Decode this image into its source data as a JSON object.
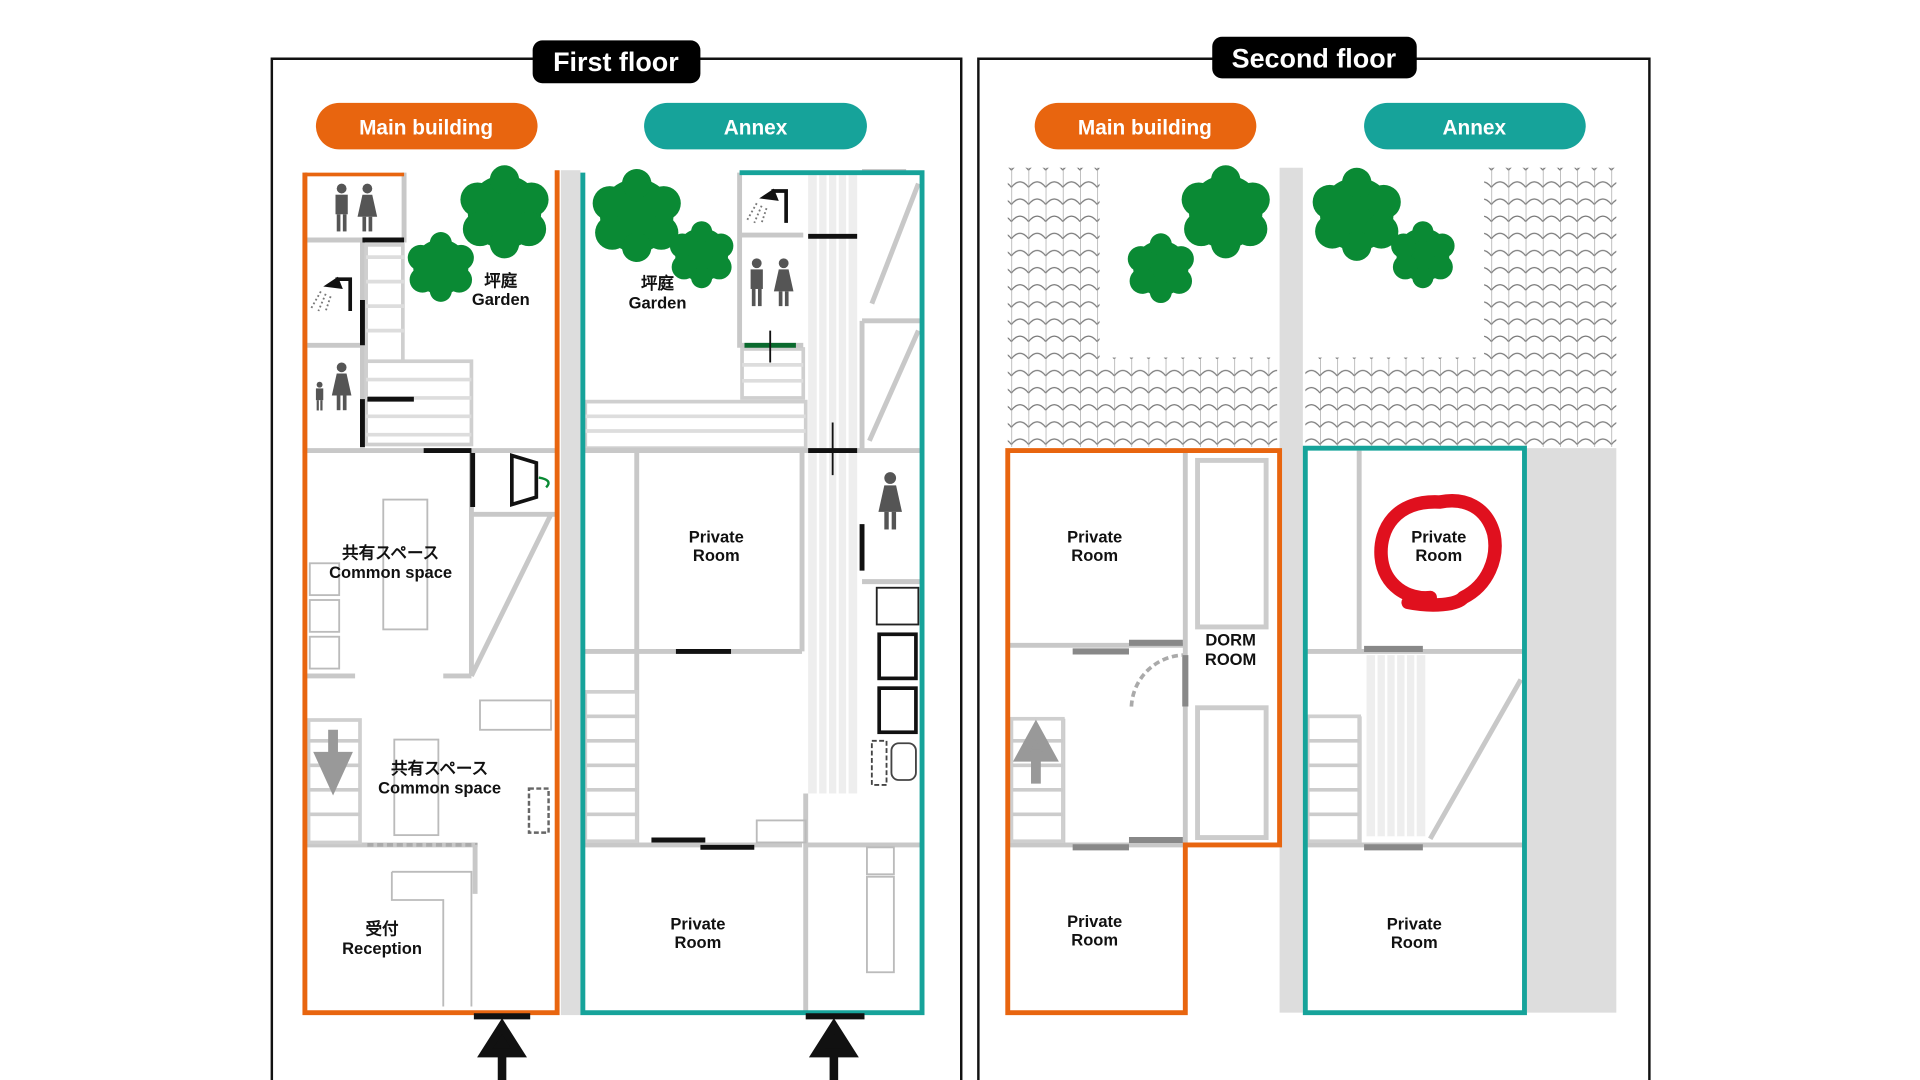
{
  "colors": {
    "main": "#E8650F",
    "annex": "#16A39A",
    "tree": "#0a8a34",
    "highlight": "#E0101E"
  },
  "first_floor": {
    "title": "First floor",
    "main_label": "Main building",
    "annex_label": "Annex",
    "main_garden": {
      "jp": "坪庭",
      "en": "Garden"
    },
    "annex_garden": {
      "jp": "坪庭",
      "en": "Garden"
    },
    "common1": {
      "jp": "共有スペース",
      "en": "Common space"
    },
    "common2": {
      "jp": "共有スペース",
      "en": "Common space"
    },
    "reception": {
      "jp": "受付",
      "en": "Reception"
    },
    "annex_room1": [
      "Private",
      "Room"
    ],
    "annex_room2": [
      "Private",
      "Room"
    ]
  },
  "second_floor": {
    "title": "Second floor",
    "main_label": "Main building",
    "annex_label": "Annex",
    "main_room1": [
      "Private",
      "Room"
    ],
    "dorm": [
      "DORM",
      "ROOM"
    ],
    "main_room2": [
      "Private",
      "Room"
    ],
    "annex_room1": [
      "Private",
      "Room"
    ],
    "annex_room2": [
      "Private",
      "Room"
    ]
  }
}
